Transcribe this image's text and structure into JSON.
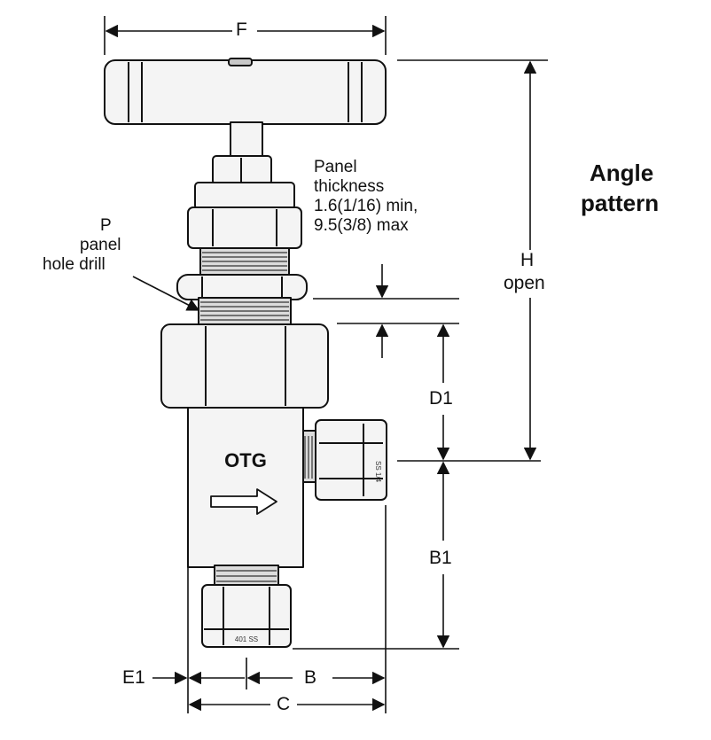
{
  "title_line1": "Angle",
  "title_line2": "pattern",
  "labels": {
    "F": "F",
    "H": "H",
    "H_sub": "open",
    "D1": "D1",
    "B1": "B1",
    "E1": "E1",
    "B": "B",
    "C": "C",
    "P": "P",
    "P_line2": "panel",
    "P_line3": "hole drill"
  },
  "panel_note": {
    "line1": "Panel",
    "line2": "thickness",
    "line3": "1.6(1/16) min,",
    "line4": "9.5(3/8) max"
  },
  "body_marking": "OTG",
  "fitting_stamp_side": "SS 1/4",
  "fitting_stamp_bottom": "401 SS",
  "colors": {
    "line": "#111111",
    "fill": "#f4f4f4",
    "shade": "#c8c8c8"
  }
}
